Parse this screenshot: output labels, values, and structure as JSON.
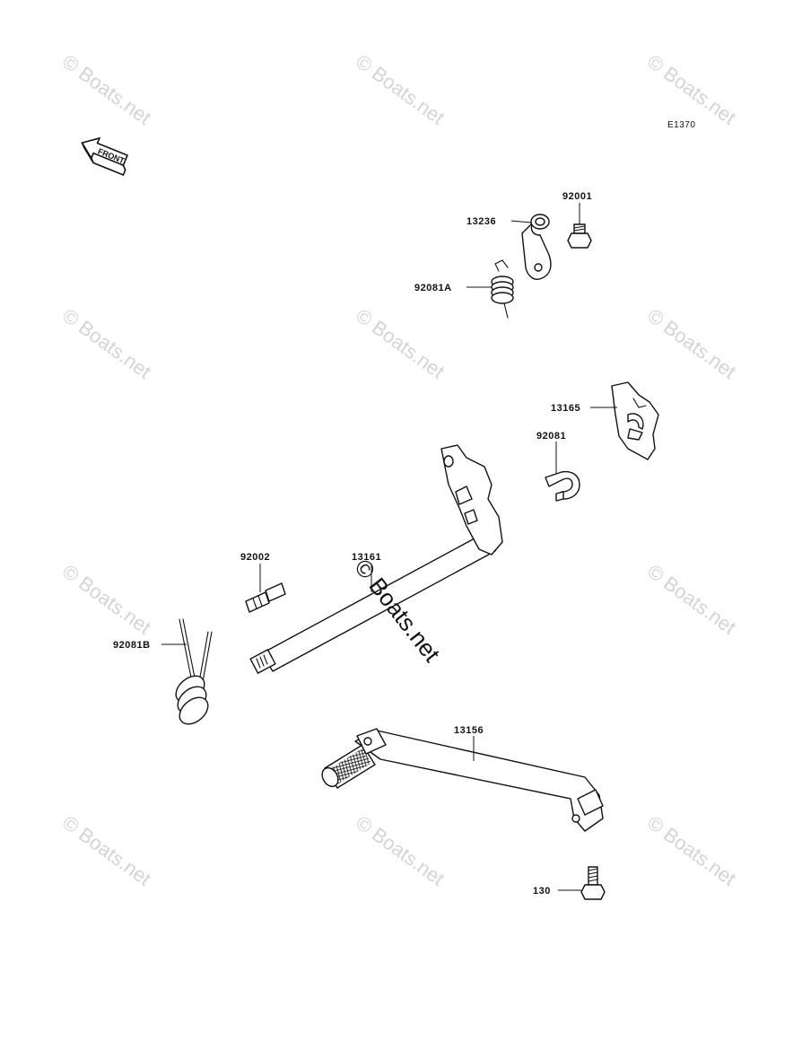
{
  "diagram": {
    "code": "E1370",
    "front_label": "FRONT",
    "watermark": "© Boats.net",
    "parts": {
      "p13236": "13236",
      "p92001": "92001",
      "p92081A": "92081A",
      "p13165": "13165",
      "p92081": "92081",
      "p92002": "92002",
      "p13161": "13161",
      "p92081B": "92081B",
      "p13156": "13156",
      "p130": "130"
    }
  }
}
